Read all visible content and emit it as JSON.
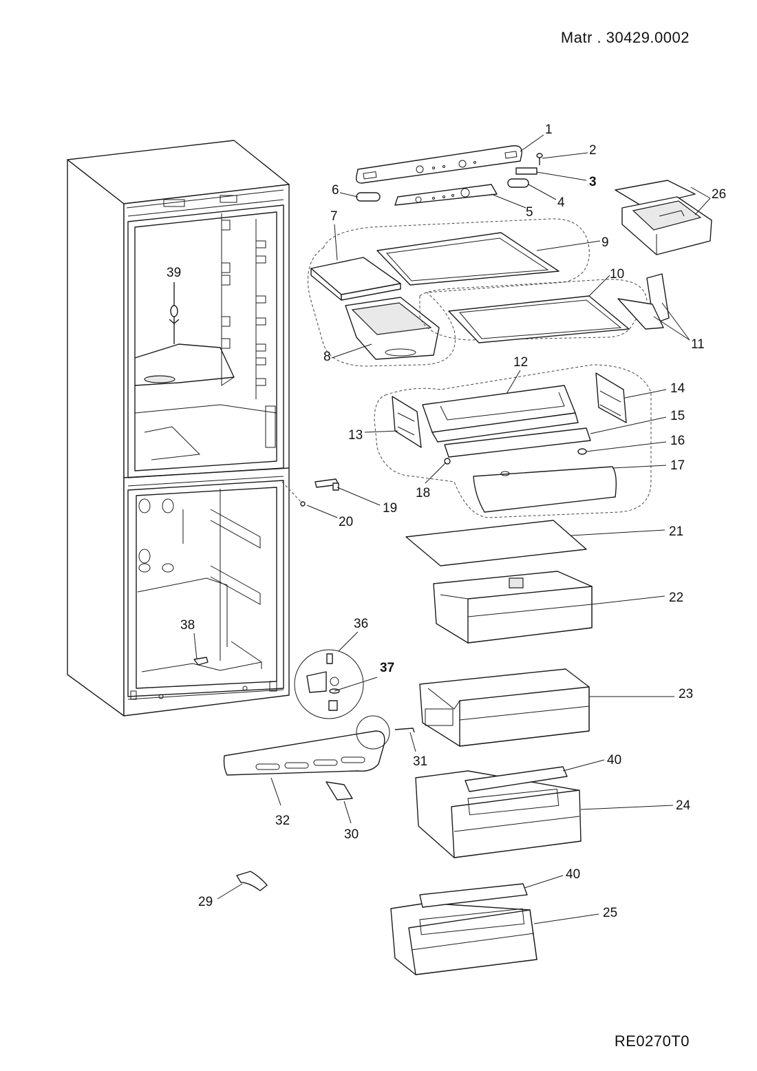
{
  "header": {
    "matr": "Matr . 30429.0002"
  },
  "footer": {
    "ref": "RE0270T0"
  },
  "parts": [
    {
      "num": "1",
      "bold": false
    },
    {
      "num": "2",
      "bold": false
    },
    {
      "num": "3",
      "bold": true
    },
    {
      "num": "4",
      "bold": false
    },
    {
      "num": "5",
      "bold": false
    },
    {
      "num": "6",
      "bold": false
    },
    {
      "num": "7",
      "bold": false
    },
    {
      "num": "8",
      "bold": false
    },
    {
      "num": "9",
      "bold": false
    },
    {
      "num": "10",
      "bold": false
    },
    {
      "num": "11",
      "bold": false
    },
    {
      "num": "12",
      "bold": false
    },
    {
      "num": "13",
      "bold": false
    },
    {
      "num": "14",
      "bold": false
    },
    {
      "num": "15",
      "bold": false
    },
    {
      "num": "16",
      "bold": false
    },
    {
      "num": "17",
      "bold": false
    },
    {
      "num": "18",
      "bold": false
    },
    {
      "num": "19",
      "bold": false
    },
    {
      "num": "20",
      "bold": false
    },
    {
      "num": "21",
      "bold": false
    },
    {
      "num": "22",
      "bold": false
    },
    {
      "num": "23",
      "bold": false
    },
    {
      "num": "24",
      "bold": false
    },
    {
      "num": "25",
      "bold": false
    },
    {
      "num": "26",
      "bold": false
    },
    {
      "num": "29",
      "bold": false
    },
    {
      "num": "30",
      "bold": false
    },
    {
      "num": "31",
      "bold": false
    },
    {
      "num": "32",
      "bold": false
    },
    {
      "num": "36",
      "bold": false
    },
    {
      "num": "37",
      "bold": true
    },
    {
      "num": "38",
      "bold": false
    },
    {
      "num": "39",
      "bold": false
    },
    {
      "num": "40a",
      "label": "40",
      "bold": false
    },
    {
      "num": "40b",
      "label": "40",
      "bold": false
    }
  ]
}
